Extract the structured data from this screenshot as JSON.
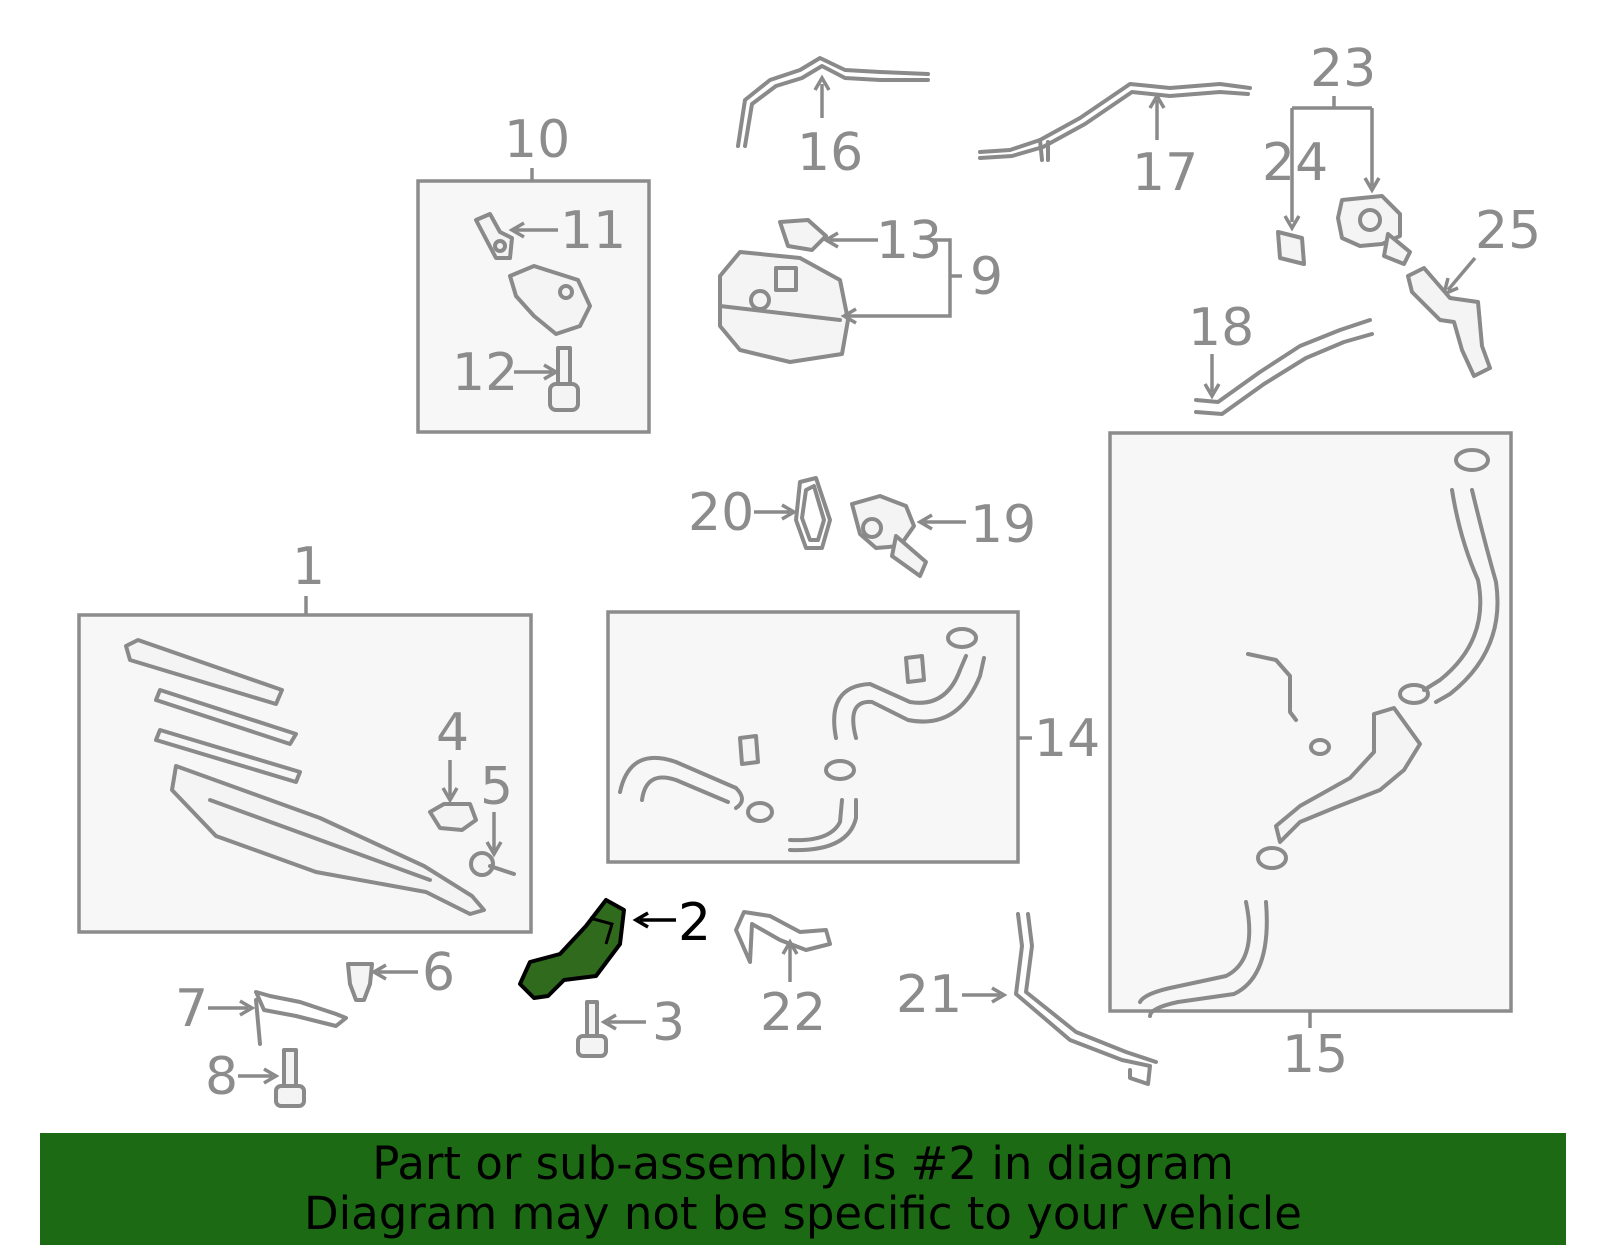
{
  "callouts": {
    "c1": "1",
    "c2": "2",
    "c3": "3",
    "c4": "4",
    "c5": "5",
    "c6": "6",
    "c7": "7",
    "c8": "8",
    "c9": "9",
    "c10": "10",
    "c11": "11",
    "c12": "12",
    "c13": "13",
    "c14": "14",
    "c15": "15",
    "c16": "16",
    "c17": "17",
    "c18": "18",
    "c19": "19",
    "c20": "20",
    "c21": "21",
    "c22": "22",
    "c23": "23",
    "c24": "24",
    "c25": "25"
  },
  "banner": {
    "line1": "Part or sub-assembly is #2 in diagram",
    "line2": "Diagram may not be specific to your vehicle"
  },
  "colors": {
    "highlight_part": "#2f6a1d",
    "banner_bg": "#1d6a14",
    "line_gray": "#8a8a8a"
  }
}
